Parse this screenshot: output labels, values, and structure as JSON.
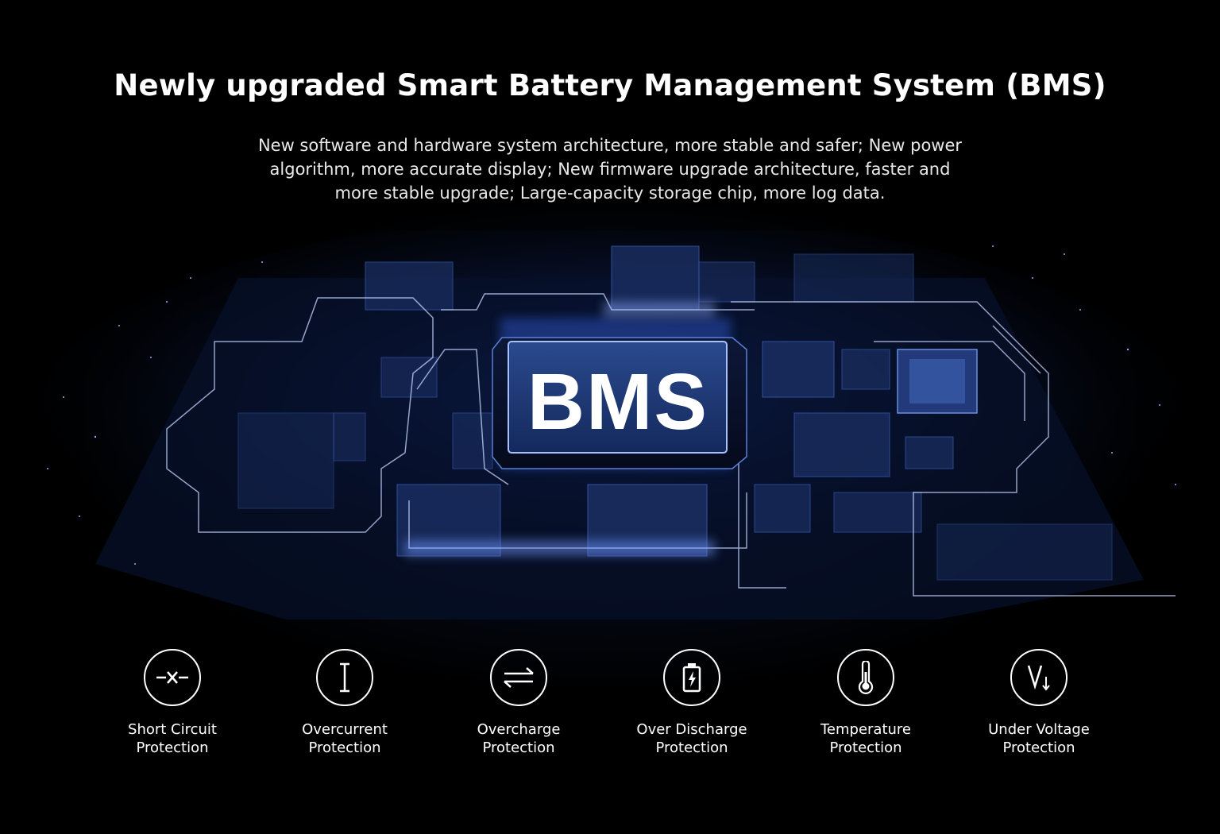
{
  "header": {
    "title": "Newly upgraded Smart Battery Management System (BMS)",
    "description_lines": [
      "New software and hardware system architecture, more stable and safer; New power",
      "algorithm, more accurate display; New firmware upgrade architecture, faster and",
      "more stable upgrade; Large-capacity storage chip, more log data."
    ]
  },
  "board": {
    "chip_label": "BMS",
    "accent_color": "#2f6bff",
    "glow_color": "#5a8cff"
  },
  "features": [
    {
      "line1": "Short Circuit",
      "line2": "Protection",
      "icon": "short-circuit-icon"
    },
    {
      "line1": "Overcurrent",
      "line2": "Protection",
      "icon": "overcurrent-icon"
    },
    {
      "line1": "Overcharge",
      "line2": "Protection",
      "icon": "overcharge-icon"
    },
    {
      "line1": "Over Discharge",
      "line2": "Protection",
      "icon": "over-discharge-icon"
    },
    {
      "line1": "Temperature",
      "line2": "Protection",
      "icon": "temperature-icon"
    },
    {
      "line1": "Under Voltage",
      "line2": "Protection",
      "icon": "under-voltage-icon"
    }
  ]
}
